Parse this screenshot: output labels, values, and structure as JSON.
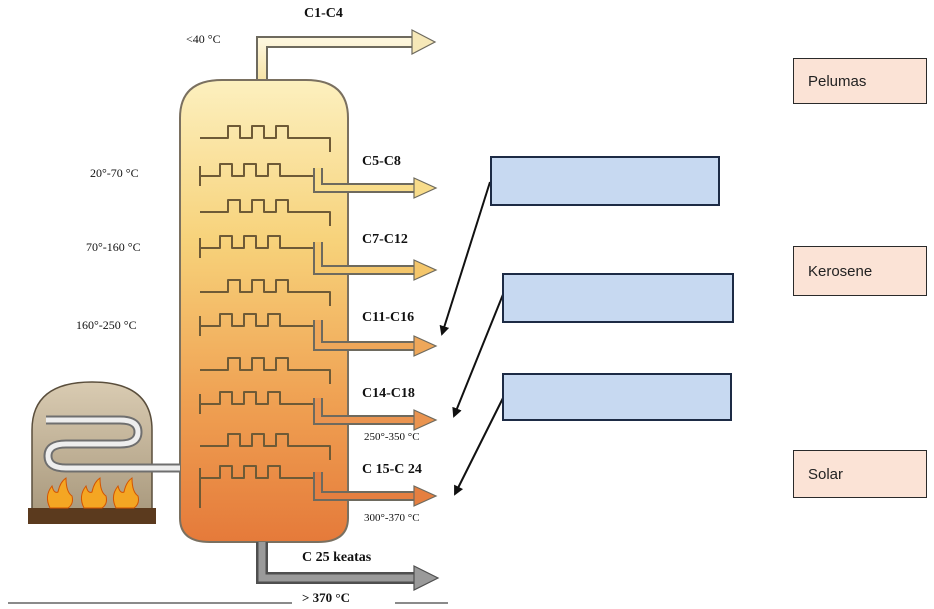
{
  "column": {
    "top_temp": "<40 °C",
    "top_fraction": "C1-C4",
    "bottom_fraction": "C 25 keatas",
    "bottom_temp": "> 370 °C"
  },
  "left_temps": [
    "20°-70 °C",
    "70°-160 °C",
    "160°-250 °C"
  ],
  "fractions": [
    {
      "label": "C5-C8"
    },
    {
      "label": "C7-C12"
    },
    {
      "label": "C11-C16"
    },
    {
      "label": "C14-C18",
      "temp": "250°-350 °C"
    },
    {
      "label": "C 15-C 24",
      "temp": "300°-370 °C"
    }
  ],
  "blank_boxes": [
    "",
    "",
    ""
  ],
  "answer_boxes": [
    "Pelumas",
    "Kerosene",
    "Solar"
  ],
  "colors": {
    "column_top": "#fbecb2",
    "column_bottom": "#e6783a",
    "blank_box": "#c7d9f1",
    "answer_box": "#fbe3d6"
  }
}
